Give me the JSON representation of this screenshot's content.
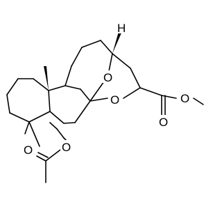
{
  "molecule": {
    "atoms": [
      {
        "id": "h1",
        "label": "H"
      },
      {
        "id": "o-bridge",
        "label": "O"
      },
      {
        "id": "o-ring",
        "label": "O"
      },
      {
        "id": "o-ester-ether",
        "label": "O"
      },
      {
        "id": "o-ester-carbonyl",
        "label": "O"
      },
      {
        "id": "o-acetate-ether",
        "label": "O"
      },
      {
        "id": "o-acetate-carbonyl",
        "label": "O"
      }
    ],
    "colors": {
      "bond": "#000000",
      "background": "#ffffff"
    }
  }
}
